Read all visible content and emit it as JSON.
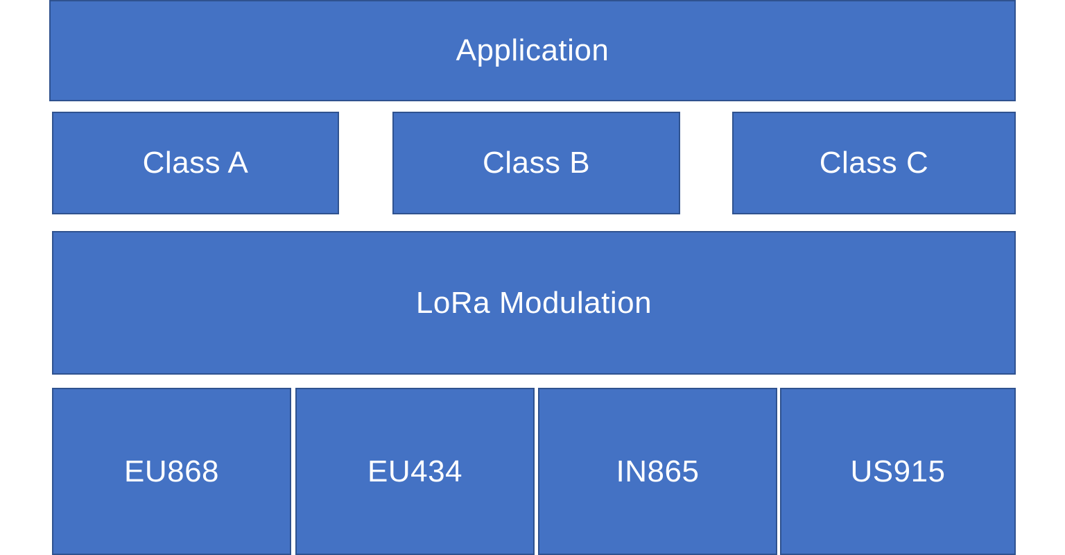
{
  "colors": {
    "block_fill": "#4472C4",
    "block_border": "#2F528F",
    "text": "#FFFFFF",
    "background": "#FFFFFF"
  },
  "layers": {
    "application": "Application",
    "classes": [
      "Class A",
      "Class B",
      "Class C"
    ],
    "modulation": "LoRa Modulation",
    "regions": [
      "EU868",
      "EU434",
      "IN865",
      "US915"
    ]
  }
}
